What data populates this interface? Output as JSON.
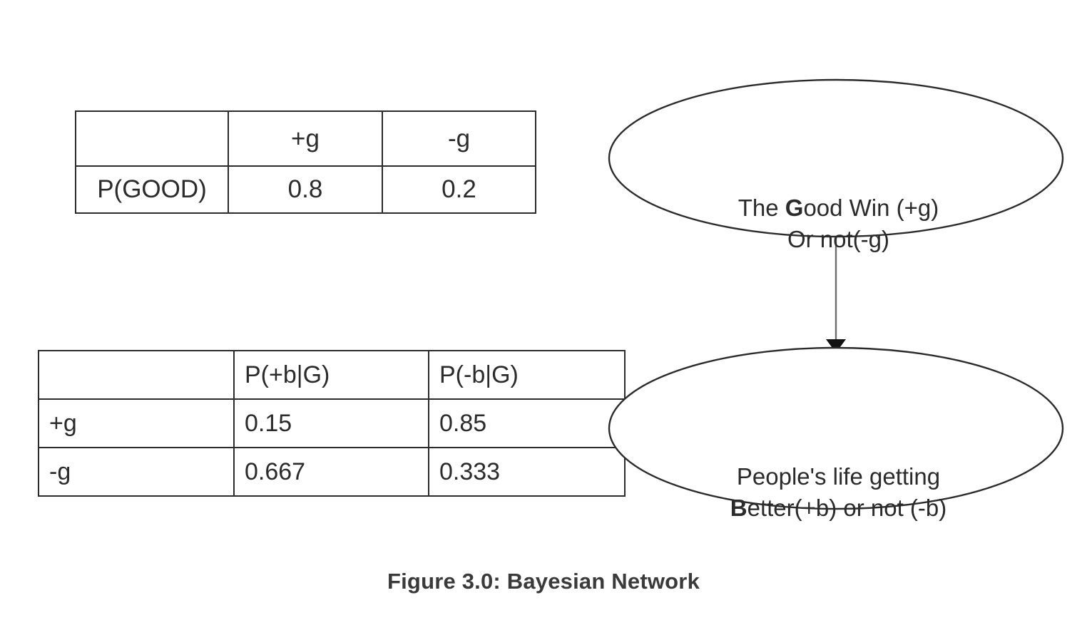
{
  "figure": {
    "caption": "Figure 3.0: Bayesian Network",
    "background_color": "#ffffff",
    "line_color": "#2b2b2b",
    "text_color": "#2b2b2b"
  },
  "prior_table": {
    "name": "P(GOOD) prior probability table",
    "header": [
      "",
      "+g",
      "-g"
    ],
    "rows": [
      {
        "label": "P(GOOD)",
        "values": [
          "0.8",
          "0.2"
        ]
      }
    ]
  },
  "conditional_table": {
    "name": "P(B|G) conditional probability table",
    "header": [
      "",
      "P(+b|G)",
      "P(-b|G)"
    ],
    "rows": [
      {
        "label": "+g",
        "values": [
          "0.15",
          "0.85"
        ]
      },
      {
        "label": "-g",
        "values": [
          "0.667",
          "0.333"
        ]
      }
    ]
  },
  "graph": {
    "nodes": [
      {
        "id": "good",
        "line1_pre": "The ",
        "line1_bold": "G",
        "line1_post": "ood Win (+g)",
        "line2": "Or not(-g)"
      },
      {
        "id": "better",
        "line1": "People's life getting",
        "line2_bold": "B",
        "line2_post": "etter(+b) or not (-b)"
      }
    ],
    "edge": {
      "from": "good",
      "to": "better",
      "style": "solid-arrow"
    }
  }
}
